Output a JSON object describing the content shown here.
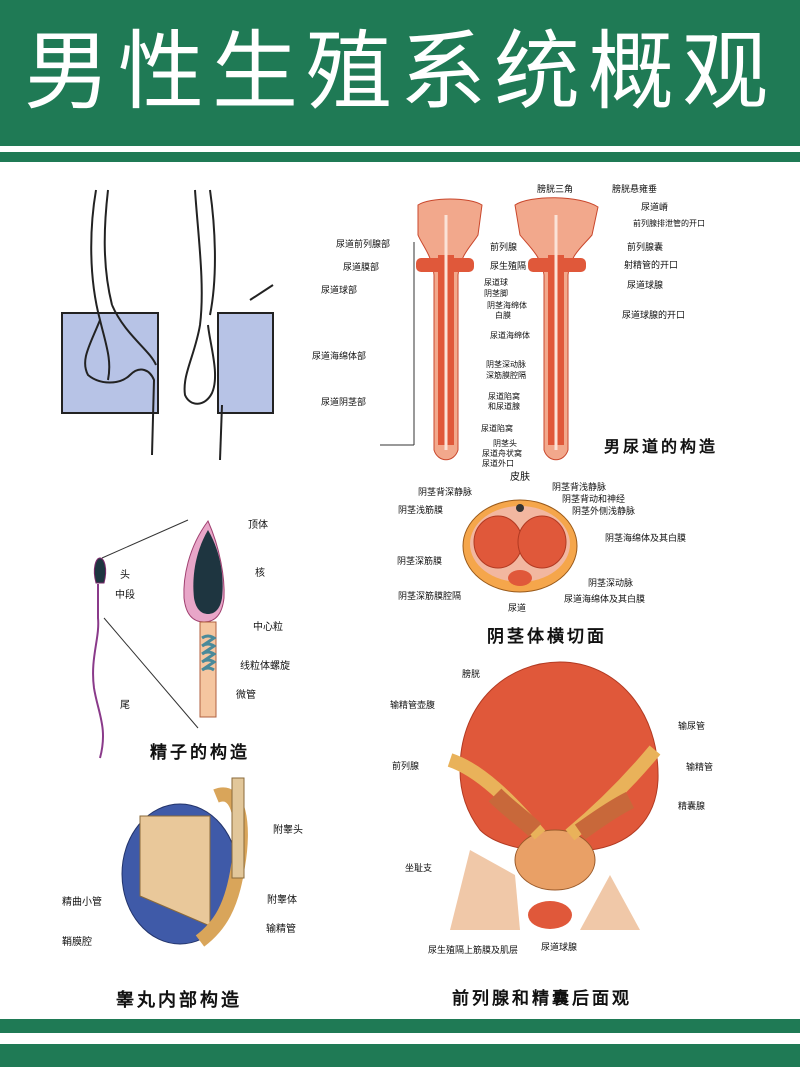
{
  "title": "男性生殖系统概观",
  "colors": {
    "header_green": "#1f7a55",
    "tissue_red": "#e0583a",
    "tissue_pink": "#f2a88c",
    "testis_blue": "#3f5aa8"
  },
  "urethra": {
    "caption": "男尿道的构造",
    "left_labels": [
      "尿道前列腺部",
      "尿道膜部",
      "尿道球部",
      "尿道海绵体部",
      "尿道阴茎部"
    ],
    "center_labels": [
      "前列腺",
      "尿生殖隔",
      "尿道球",
      "阴茎脚",
      "阴茎海绵体",
      "白膜",
      "尿道海绵体",
      "阴茎深动脉",
      "深筋膜腔隔",
      "尿道陷窝",
      "和尿道腺",
      "尿道陷窝",
      "阴茎头",
      "尿道舟状窝",
      "尿道外口"
    ],
    "right_labels": [
      "膀胱三角",
      "膀胱悬雍垂",
      "尿道嵴",
      "前列腺排泄管的开口",
      "前列腺囊",
      "射精管的开口",
      "尿道球腺",
      "尿道球腺的开口"
    ]
  },
  "cross_section": {
    "caption": "阴茎体横切面",
    "labels": [
      "皮肤",
      "阴茎背深静脉",
      "阴茎背浅静脉",
      "阴茎浅筋膜",
      "阴茎背动和神经",
      "阴茎外侧浅静脉",
      "阴茎海绵体及其白膜",
      "阴茎深筋膜",
      "阴茎深动脉",
      "阴茎深筋膜腔隔",
      "尿道",
      "尿道海绵体及其白膜"
    ]
  },
  "sperm": {
    "caption": "精子的构造",
    "labels": [
      "头",
      "中段",
      "尾",
      "顶体",
      "核",
      "中心粒",
      "线粒体螺旋",
      "微管"
    ]
  },
  "testis": {
    "caption": "睾丸内部构造",
    "labels": [
      "附睾头",
      "精曲小管",
      "附睾体",
      "鞘膜腔",
      "输精管"
    ]
  },
  "prostate": {
    "caption": "前列腺和精囊后面观",
    "labels": [
      "膀胱",
      "输精管壶腹",
      "前列腺",
      "输尿管",
      "输精管",
      "精囊腺",
      "坐耻支",
      "尿生殖隔上筋膜及肌层",
      "尿道球腺"
    ]
  }
}
